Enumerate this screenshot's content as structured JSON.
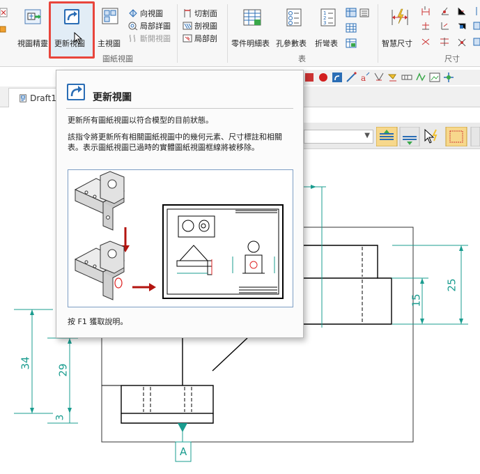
{
  "ribbon": {
    "buttons": {
      "view_wizard": "視圖精靈",
      "update_views": "更新視圖",
      "principal": "主視圖",
      "auxiliary": "向視圖",
      "detail": "局部詳圖",
      "broken": "斷開視圖",
      "cutting_plane": "切割面",
      "section": "剖視圖",
      "broken_out": "局部剖",
      "parts_list": "零件明細表",
      "hole_table": "孔參數表",
      "bend_table": "折彎表",
      "smart_dimension": "智慧尺寸"
    },
    "groups": {
      "drawing_views": "圖紙視圖",
      "tables": "表",
      "dimension": "尺寸"
    }
  },
  "tab": {
    "label": "Draft1"
  },
  "tooltip": {
    "title": "更新視圖",
    "summary": "更新所有圖紙視圖以符合模型的目前狀態。",
    "description": "該指令將更新所有相關圖紙視圖中的幾何元素、尺寸標註和相關表。表示圖紙視圖已過時的實體圖紙視圖框線將被移除。",
    "help": "按 F1 獲取說明。"
  },
  "drawing": {
    "dimensions": {
      "d25": "25",
      "d15": "15",
      "d34": "34",
      "d29": "29",
      "d3": "3"
    },
    "section_label": "A"
  },
  "colors": {
    "dimension": "#1a9c8f",
    "highlight": "#e8453c",
    "accent": "#2a6db5"
  }
}
